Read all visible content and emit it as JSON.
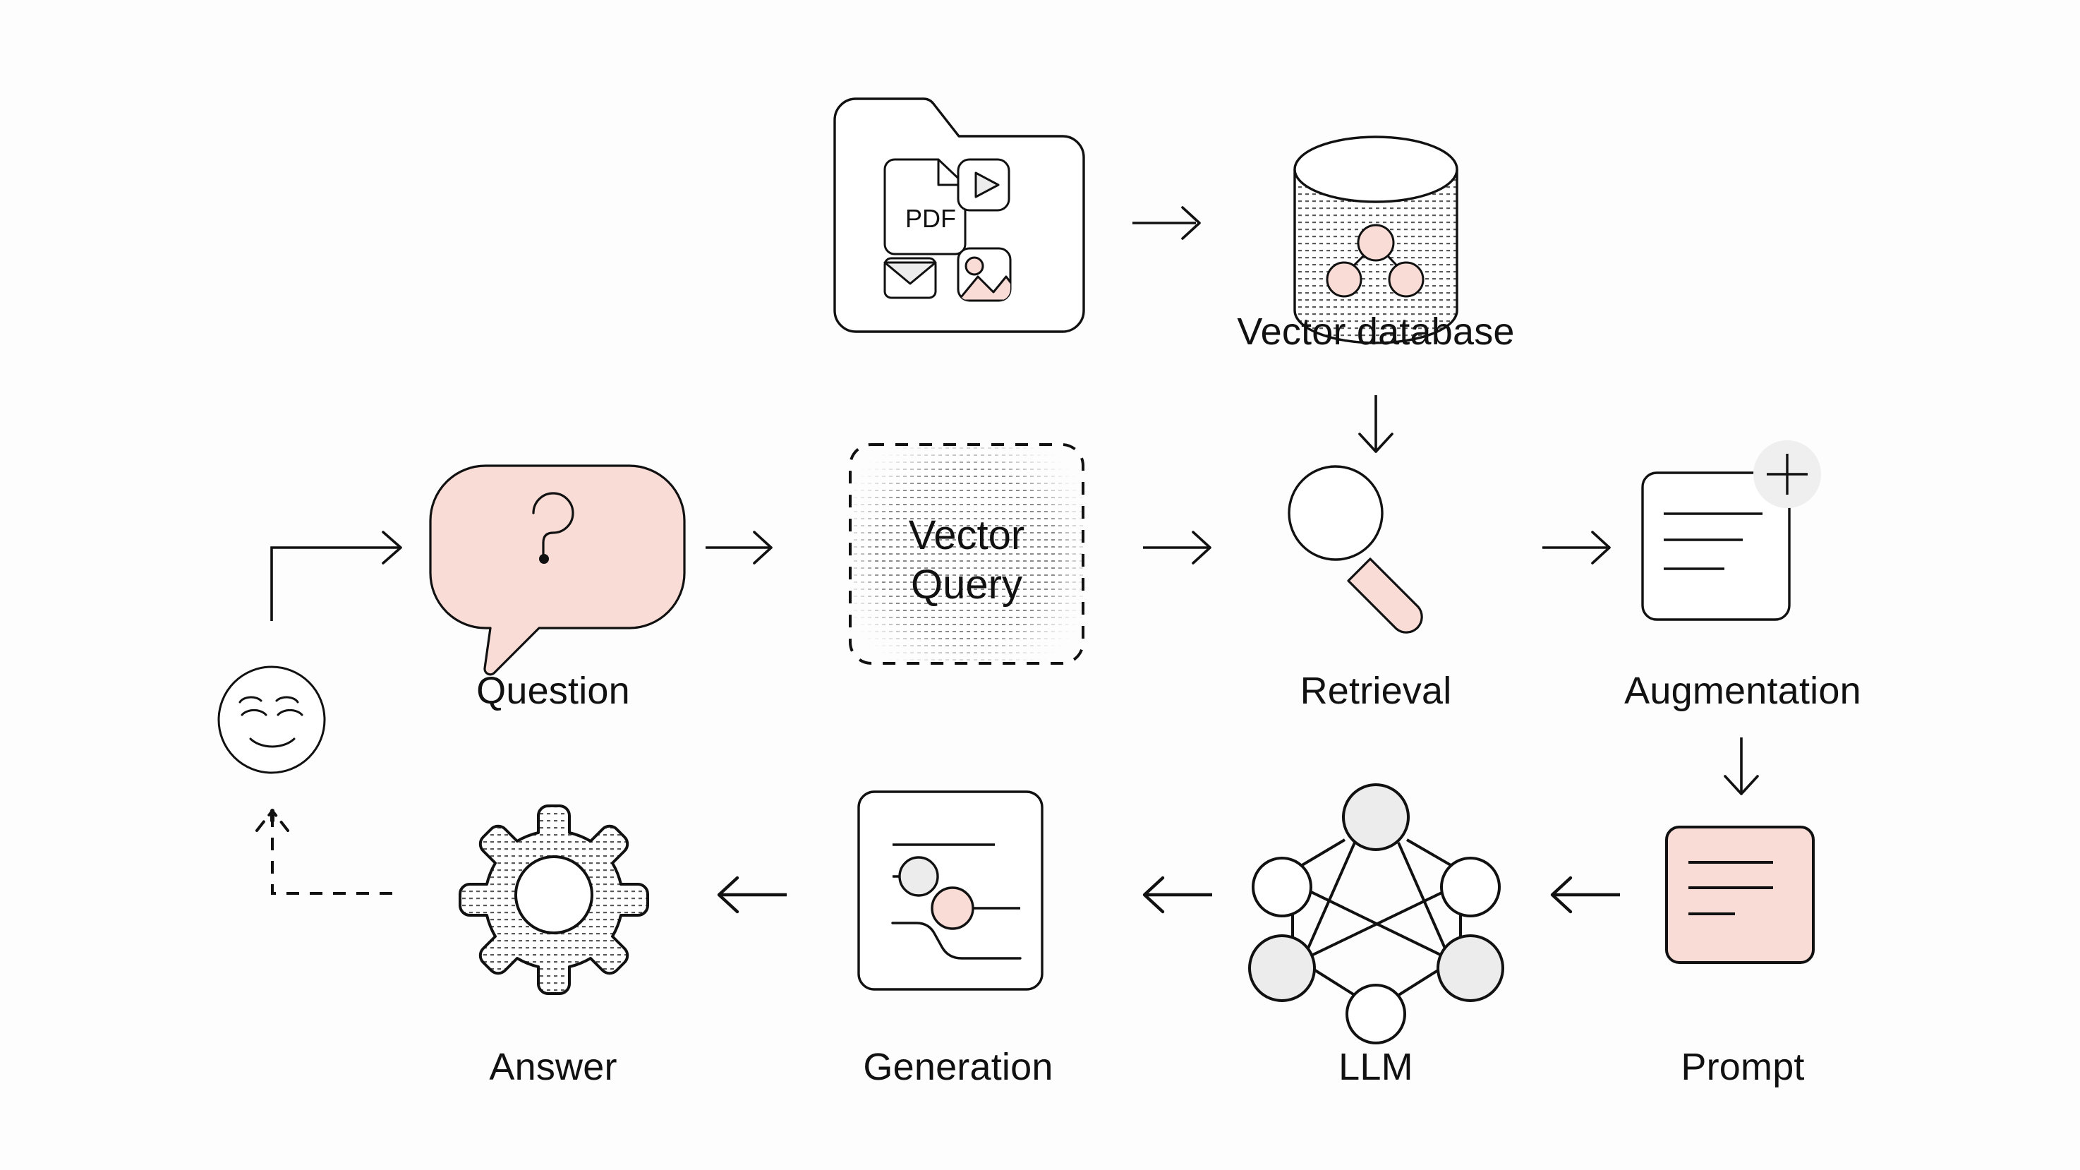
{
  "page": {
    "title": "RAG pipeline diagram",
    "background": "#fdfdfd"
  },
  "colors": {
    "stroke": "#111111",
    "pink": "#fadcd7",
    "pink_alt": "#fbddd8",
    "gray_fill": "#ececec",
    "gray_light": "#efefef",
    "white": "#ffffff",
    "text": "#111111"
  },
  "labels": {
    "vector_database": "Vector database",
    "question": "Question",
    "retrieval": "Retrieval",
    "augmentation": "Augmentation",
    "answer": "Answer",
    "generation": "Generation",
    "llm": "LLM",
    "prompt": "Prompt"
  },
  "box_text": {
    "vector_query_line1": "Vector",
    "vector_query_line2": "Query"
  },
  "icon_text": {
    "pdf": "PDF"
  },
  "icons": {
    "documents_folder": "folder-icon",
    "pdf_file": "pdf-file-icon",
    "video_file": "video-play-icon",
    "email_file": "envelope-icon",
    "image_file": "image-icon",
    "vector_database": "database-cylinder-icon",
    "question_bubble": "speech-bubble-question-icon",
    "vector_query": "vector-query-box",
    "retrieval": "magnifying-glass-icon",
    "augmentation": "document-plus-icon",
    "prompt": "prompt-card-icon",
    "llm": "neural-network-icon",
    "generation": "generation-card-icon",
    "answer": "gear-icon",
    "user": "smiling-face-icon"
  },
  "flow": {
    "steps": [
      {
        "id": "documents",
        "label": "",
        "row": "top"
      },
      {
        "id": "vector-database",
        "label": "Vector database",
        "row": "top"
      },
      {
        "id": "question",
        "label": "Question",
        "row": "middle"
      },
      {
        "id": "vector-query",
        "label": "Vector Query",
        "row": "middle"
      },
      {
        "id": "retrieval",
        "label": "Retrieval",
        "row": "middle"
      },
      {
        "id": "augmentation",
        "label": "Augmentation",
        "row": "middle"
      },
      {
        "id": "prompt",
        "label": "Prompt",
        "row": "bottom"
      },
      {
        "id": "llm",
        "label": "LLM",
        "row": "bottom"
      },
      {
        "id": "generation",
        "label": "Generation",
        "row": "bottom"
      },
      {
        "id": "answer",
        "label": "Answer",
        "row": "bottom"
      }
    ],
    "arrows": [
      {
        "from": "documents",
        "to": "vector-database",
        "direction": "right",
        "style": "solid"
      },
      {
        "from": "vector-database",
        "to": "retrieval",
        "direction": "down",
        "style": "solid"
      },
      {
        "from": "user",
        "to": "question",
        "direction": "right",
        "style": "solid-elbow"
      },
      {
        "from": "question",
        "to": "vector-query",
        "direction": "right",
        "style": "solid"
      },
      {
        "from": "vector-query",
        "to": "retrieval",
        "direction": "right",
        "style": "solid"
      },
      {
        "from": "retrieval",
        "to": "augmentation",
        "direction": "right",
        "style": "solid"
      },
      {
        "from": "augmentation",
        "to": "prompt",
        "direction": "down",
        "style": "solid"
      },
      {
        "from": "prompt",
        "to": "llm",
        "direction": "left",
        "style": "solid"
      },
      {
        "from": "llm",
        "to": "generation",
        "direction": "left",
        "style": "solid"
      },
      {
        "from": "generation",
        "to": "answer",
        "direction": "left",
        "style": "solid"
      },
      {
        "from": "answer",
        "to": "user",
        "direction": "left-up",
        "style": "dashed"
      }
    ]
  },
  "llm_network": {
    "nodes": [
      {
        "position": "top",
        "fill": "gray"
      },
      {
        "position": "upper-left",
        "fill": "white"
      },
      {
        "position": "upper-right",
        "fill": "white"
      },
      {
        "position": "lower-left",
        "fill": "gray"
      },
      {
        "position": "lower-right",
        "fill": "gray"
      },
      {
        "position": "bottom",
        "fill": "white"
      }
    ]
  },
  "vector_db_nodes": [
    {
      "position": "top",
      "fill": "pink"
    },
    {
      "position": "bottom-left",
      "fill": "pink"
    },
    {
      "position": "bottom-right",
      "fill": "pink"
    }
  ],
  "generation_nodes": [
    {
      "fill": "gray"
    },
    {
      "fill": "pink"
    }
  ],
  "augmentation": {
    "line_count": 3,
    "badge": "plus-icon"
  },
  "prompt": {
    "line_count": 3
  }
}
